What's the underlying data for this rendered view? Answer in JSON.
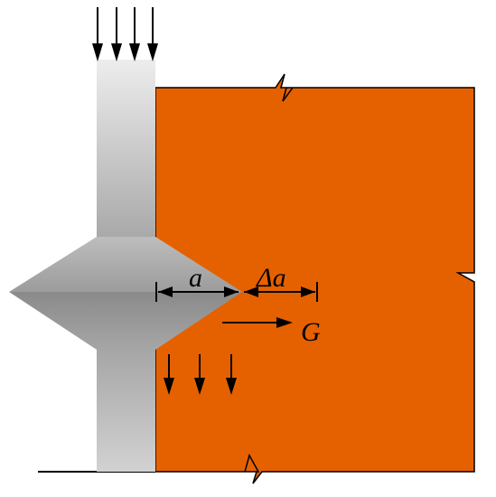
{
  "labels": {
    "crack_length": "a",
    "crack_increment": "Δa",
    "energy_release": "G"
  },
  "colors": {
    "block": "#E56100",
    "block_outline": "#000000",
    "column_light": "#EBEBEB",
    "column_dark": "#9A9A9A",
    "wedge_dark": "#8C8C8C",
    "arrows": "#000000"
  }
}
